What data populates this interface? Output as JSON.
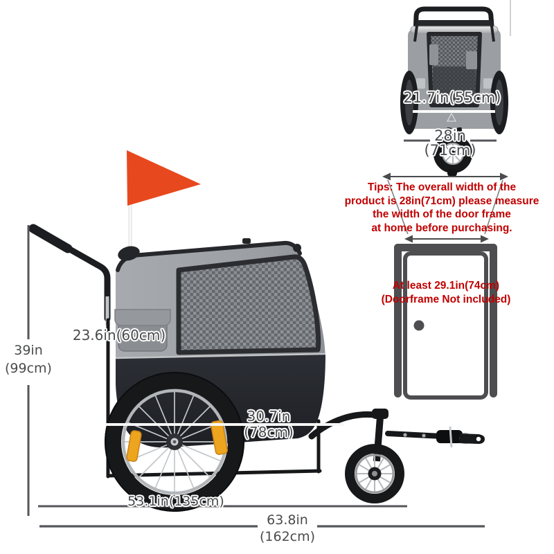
{
  "side_view": {
    "height_label": [
      "39in",
      "(99cm)"
    ],
    "interior_height_label": "23.6in(60cm)",
    "interior_length_label": [
      "30.7in",
      "(78cm)"
    ],
    "wheelbase_label": "53.1in(135cm)",
    "overall_length_label": [
      "63.8in",
      "(162cm)"
    ]
  },
  "front_view": {
    "body_width_label": "21.7in(55cm)",
    "overall_width_label": [
      "28in",
      "(71cm)"
    ]
  },
  "tips_note": {
    "lines": [
      "Tips: The overall width of the",
      "product is 28in(71cm) please measure",
      "the width of the door frame",
      "at home before purchasing."
    ]
  },
  "door_note": {
    "lines": [
      "At least 29.1in(74cm)",
      "(Doorframe Not included)"
    ]
  },
  "colors": {
    "flag": "#e8481e",
    "body_gray": "#9b9ea2",
    "body_dark": "#24262b",
    "reflector_yellow": "#eda41f",
    "dimension_gray": "#4a4b4d",
    "alert_red": "#c00000",
    "door_gray": "#4e4e50"
  }
}
